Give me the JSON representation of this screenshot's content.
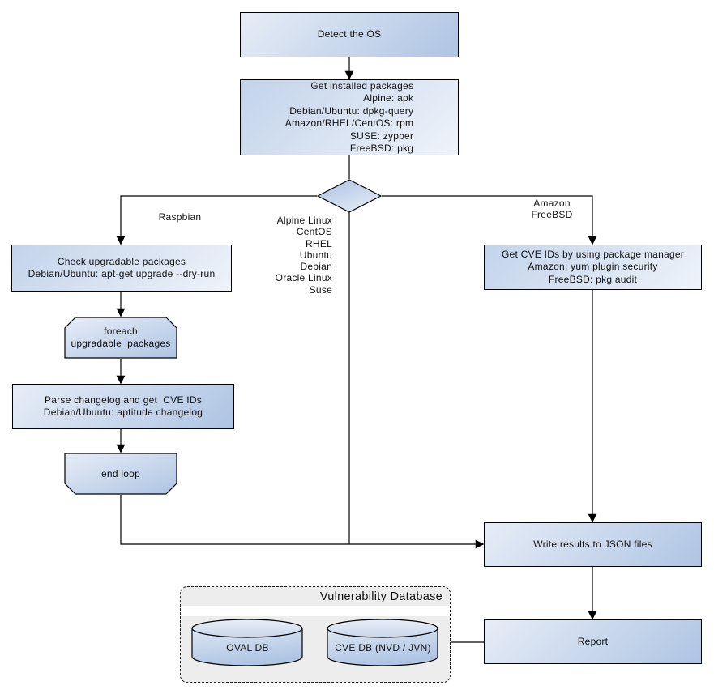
{
  "nodes": {
    "detect_os": {
      "label": "Detect the OS"
    },
    "get_installed_packages": {
      "lines": [
        "Get installed packages",
        "Alpine: apk",
        "Debian/Ubuntu: dpkg-query",
        "Amazon/RHEL/CentOS: rpm",
        "SUSE: zypper",
        "FreeBSD: pkg"
      ]
    },
    "os_decision": {
      "label": ""
    },
    "check_upgradable": {
      "lines": [
        "Check upgradable packages",
        "Debian/Ubuntu: apt-get upgrade --dry-run"
      ]
    },
    "foreach_loop": {
      "lines": [
        "foreach",
        "upgradable  packages"
      ]
    },
    "parse_changelog": {
      "lines": [
        "Parse changelog and get  CVE IDs",
        "Debian/Ubuntu: aptitude changelog"
      ]
    },
    "end_loop": {
      "label": "end loop"
    },
    "get_cve_ids": {
      "lines": [
        "Get CVE IDs by using package manager",
        "Amazon: yum plugin security",
        "FreeBSD: pkg audit"
      ]
    },
    "write_results": {
      "label": "Write results to JSON files"
    },
    "report": {
      "label": "Report"
    }
  },
  "edge_labels": {
    "raspbian": "Raspbian",
    "middle_os_list": [
      "Alpine Linux",
      "CentOS",
      "RHEL",
      "Ubuntu",
      "Debian",
      "Oracle Linux",
      "Suse"
    ],
    "amazon_freebsd": [
      "Amazon",
      "FreeBSD"
    ]
  },
  "database": {
    "title": "Vulnerability Database",
    "cylinders": [
      {
        "label": "OVAL DB"
      },
      {
        "label": "CVE DB (NVD / JVN)"
      }
    ]
  },
  "colors": {
    "node_fill_light": "#e7edf7",
    "node_fill_dark": "#aec4e3",
    "stroke": "#000000",
    "container_fill": "#ededed",
    "background": "#ffffff"
  }
}
